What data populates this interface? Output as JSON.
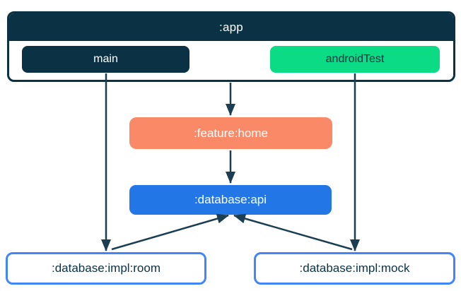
{
  "diagram": {
    "type": "module-dependency-graph",
    "app_container": {
      "label": ":app",
      "header_color": "#0a3144",
      "source_sets": [
        {
          "id": "main",
          "label": "main",
          "fill": "#0a3144",
          "text_color": "#ffffff"
        },
        {
          "id": "androidTest",
          "label": "androidTest",
          "fill": "#0bdb84",
          "text_color": "#0a3144"
        }
      ]
    },
    "modules": [
      {
        "id": "feature-home",
        "label": ":feature:home",
        "fill": "#fa8a67",
        "text_color": "#ffffff"
      },
      {
        "id": "database-api",
        "label": ":database:api",
        "fill": "#2376e5",
        "text_color": "#ffffff"
      },
      {
        "id": "database-impl-room",
        "label": ":database:impl:room",
        "fill": "#ffffff",
        "border_color": "#4285f4",
        "text_color": "#0a3144"
      },
      {
        "id": "database-impl-mock",
        "label": ":database:impl:mock",
        "fill": "#ffffff",
        "border_color": "#4285f4",
        "text_color": "#0a3144"
      }
    ],
    "edges": [
      {
        "from": "main",
        "to": "database-impl-room"
      },
      {
        "from": "app",
        "to": "feature-home"
      },
      {
        "from": "androidTest",
        "to": "database-impl-mock"
      },
      {
        "from": "feature-home",
        "to": "database-api"
      },
      {
        "from": "database-impl-room",
        "to": "database-api"
      },
      {
        "from": "database-impl-mock",
        "to": "database-api"
      }
    ],
    "edge_color": "#1c3e52"
  }
}
